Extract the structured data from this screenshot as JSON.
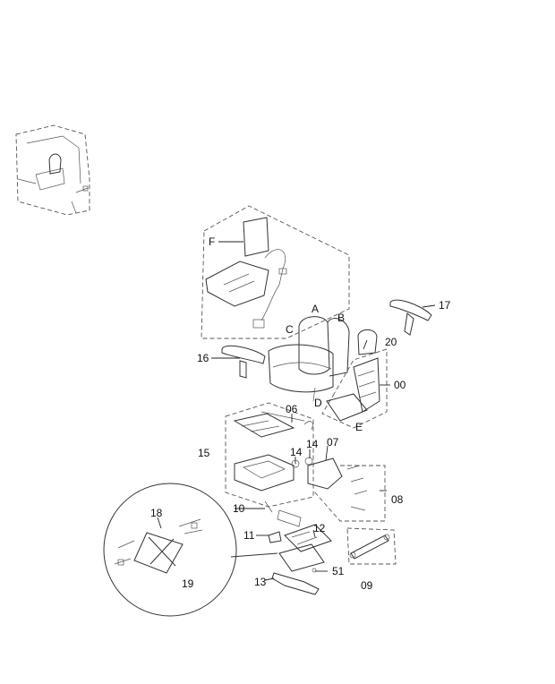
{
  "callouts": {
    "F": "F",
    "A": "A",
    "B": "B",
    "C": "C",
    "D": "D",
    "E": "E",
    "p17": "17",
    "p20": "20",
    "p16": "16",
    "p00": "00",
    "p06": "06",
    "p07": "07",
    "p14a": "14",
    "p14b": "14",
    "p15": "15",
    "p08": "08",
    "p18": "18",
    "p10": "10",
    "p11": "11",
    "p12": "12",
    "p51": "51",
    "p19": "19",
    "p13": "13",
    "p09": "09"
  },
  "colors": {
    "line": "#333333",
    "text": "#111111",
    "background": "#ffffff"
  }
}
